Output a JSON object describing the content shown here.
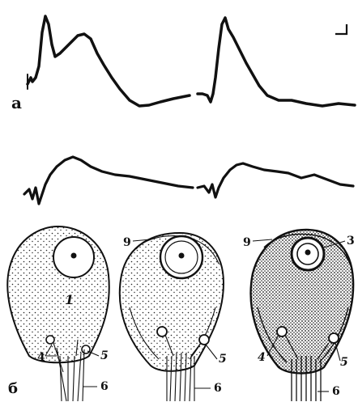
{
  "labels": {
    "panel_a": "a",
    "panel_b": "б",
    "num_1": "1",
    "num_3": "3",
    "num_4": "4",
    "num_5": "5",
    "num_6": "6",
    "num_9": "9"
  },
  "colors": {
    "ink": "#111111",
    "paper": "#ffffff"
  }
}
